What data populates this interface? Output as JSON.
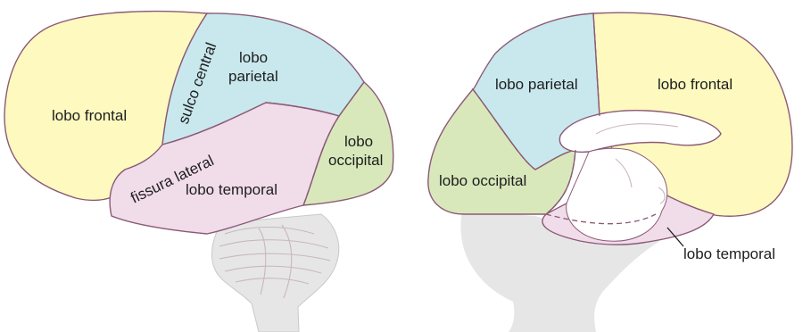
{
  "colors": {
    "frontal": "#fdf9bf",
    "parietal": "#c8e8ed",
    "temporal": "#f1dcea",
    "occipital": "#d8e8bb",
    "stem": "#e6e6e6",
    "outline": "#8b5a76"
  },
  "lateral_view": {
    "frontal_label": "lobo frontal",
    "central_sulcus_label": "sulco central",
    "parietal_label_line1": "lobo",
    "parietal_label_line2": "parietal",
    "lateral_fissure_label": "fissura lateral",
    "temporal_label": "lobo temporal",
    "occipital_label_line1": "lobo",
    "occipital_label_line2": "occipital"
  },
  "medial_view": {
    "parietal_label": "lobo parietal",
    "frontal_label": "lobo frontal",
    "occipital_label": "lobo occipital",
    "temporal_label": "lobo temporal"
  }
}
